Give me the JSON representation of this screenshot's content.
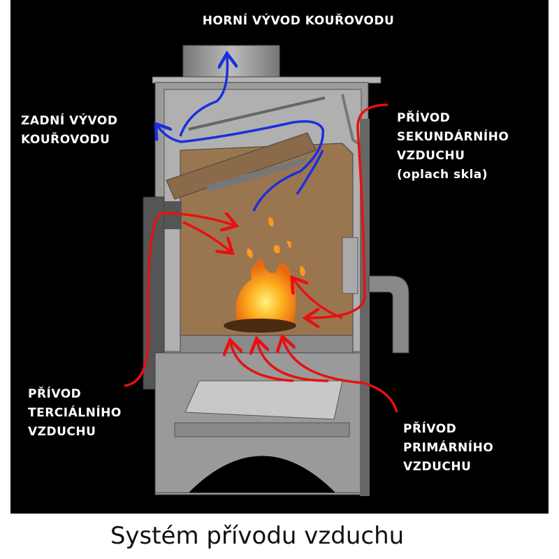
{
  "labels": {
    "top_flue": "HORNÍ VÝVOD KOUŘOVODU",
    "rear_flue": [
      "ZADNÍ VÝVOD",
      "KOUŘOVODU"
    ],
    "secondary_air": [
      "PŘÍVOD",
      "SEKUNDÁRNÍHO",
      "VZDUCHU",
      "(oplach skla)"
    ],
    "tertiary_air": [
      "PŘÍVOD",
      "TERCIÁLNÍHO",
      "VZDUCHU"
    ],
    "primary_air": [
      "PŘÍVOD",
      "PRIMÁRNÍHO",
      "VZDUCHU"
    ]
  },
  "caption": "Systém přívodu vzduchu",
  "colors": {
    "background": "#000000",
    "smoke": "#1a2fe0",
    "air": "#e81010",
    "firebrick": "#9a7650",
    "steel": "#a8a8a8"
  }
}
